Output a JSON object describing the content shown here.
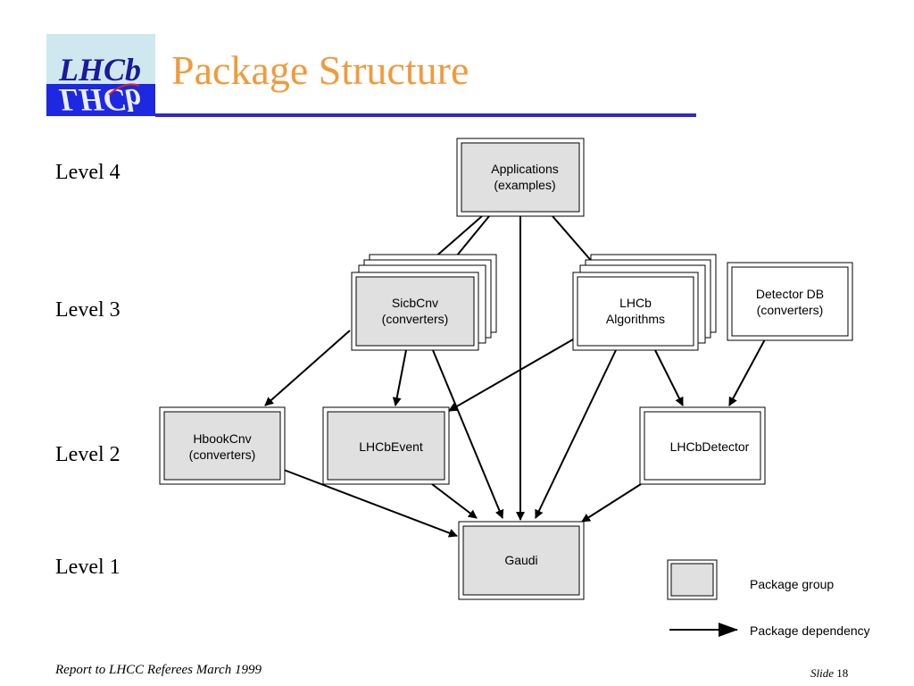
{
  "header": {
    "title": "Package Structure",
    "logo_text": "LHCb"
  },
  "levels": [
    "Level 4",
    "Level 3",
    "Level 2",
    "Level 1"
  ],
  "nodes": {
    "applications": [
      "Applications",
      "(examples)"
    ],
    "sicbcnv": [
      "SicbCnv",
      "(converters)"
    ],
    "lhcb_algorithms": [
      "LHCb",
      "Algorithms"
    ],
    "detector_db": [
      "Detector DB",
      "(converters)"
    ],
    "hbookcnv": [
      "HbookCnv",
      "(converters)"
    ],
    "lhcbevent": [
      "LHCbEvent"
    ],
    "lhcbdetector": [
      "LHCbDetector"
    ],
    "gaudi": [
      "Gaudi"
    ]
  },
  "legend": {
    "package_group": "Package group",
    "package_dependency": "Package dependency"
  },
  "colors": {
    "title": "#f19a3c",
    "rule": "#2d2ad0",
    "group_fill": "#e0e0e0"
  },
  "footer": {
    "left": "Report to LHCC Referees March 1999",
    "slide_label": "Slide",
    "slide_number": "18"
  }
}
